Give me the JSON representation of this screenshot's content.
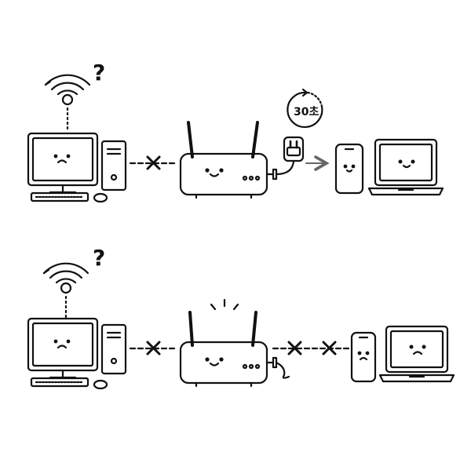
{
  "colors": {
    "line": "#111111",
    "arrow": "#666666",
    "background": "#ffffff"
  },
  "timer": {
    "label": "30초",
    "icon": "timer-30-seconds-icon"
  },
  "question_mark": "?",
  "panels": [
    {
      "id": "top",
      "computer_mood": "sad",
      "router_mood": "happy",
      "router_signal": false,
      "router_power": "plugged-in",
      "devices_mood": "happy",
      "links": [
        "disconnected",
        "restart-arrow"
      ]
    },
    {
      "id": "bottom",
      "computer_mood": "sad",
      "router_mood": "happy",
      "router_signal": true,
      "router_power": "unplugged",
      "devices_mood": "sad",
      "links": [
        "disconnected",
        "disconnected",
        "disconnected"
      ]
    }
  ]
}
